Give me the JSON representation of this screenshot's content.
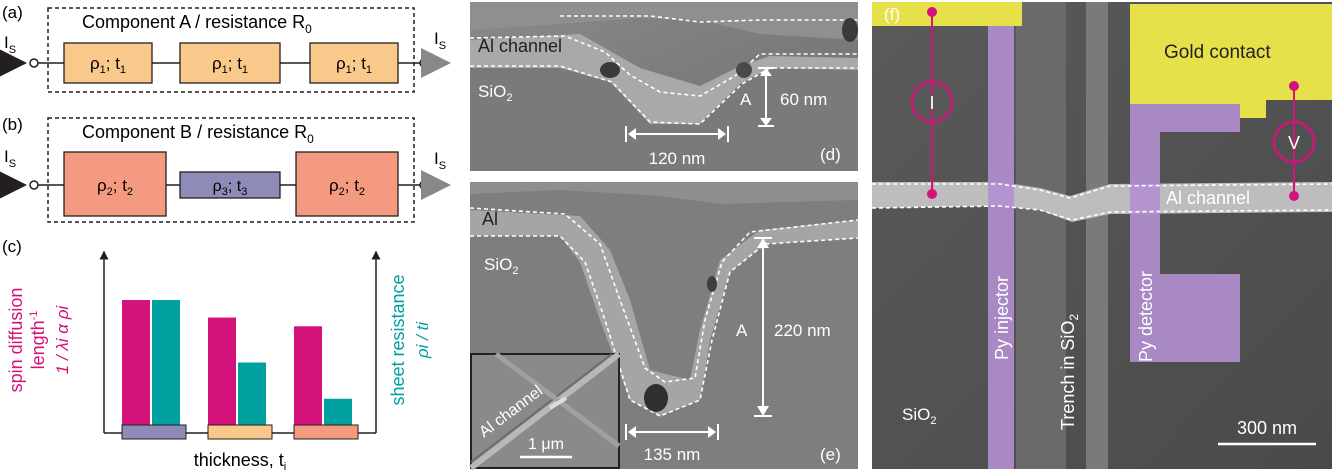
{
  "panel_labels": {
    "a": "(a)",
    "b": "(b)",
    "c": "(c)",
    "d": "(d)",
    "e": "(e)",
    "f": "(f)"
  },
  "panel_a": {
    "title": "Component A / resistance R",
    "title_sub": "0",
    "current_label": "I",
    "current_sub": "S",
    "blocks": [
      {
        "rho": "ρ",
        "rho_sub": "1",
        "t": "t",
        "t_sub": "1"
      },
      {
        "rho": "ρ",
        "rho_sub": "1",
        "t": "t",
        "t_sub": "1"
      },
      {
        "rho": "ρ",
        "rho_sub": "1",
        "t": "t",
        "t_sub": "1"
      }
    ],
    "block_color": "#f8c98a"
  },
  "panel_b": {
    "title": "Component B / resistance R",
    "title_sub": "0",
    "current_label": "I",
    "current_sub": "S",
    "blocks": [
      {
        "rho": "ρ",
        "rho_sub": "2",
        "t": "t",
        "t_sub": "2",
        "color": "#f39a80"
      },
      {
        "rho": "ρ",
        "rho_sub": "3",
        "t": "t",
        "t_sub": "3",
        "color": "#8e8bb8"
      },
      {
        "rho": "ρ",
        "rho_sub": "2",
        "t": "t",
        "t_sub": "2",
        "color": "#f39a80"
      }
    ]
  },
  "chart_data": {
    "type": "bar",
    "xlabel": "thickness, t",
    "xlabel_sub": "i",
    "ylabel_left_1": "spin diffusion",
    "ylabel_left_2": "length",
    "ylabel_left_2_sup": "-1",
    "ylabel_left_formula": "1 / λi α ρi",
    "ylabel_right_1": "sheet resistance",
    "ylabel_right_formula": "ρi / ti",
    "categories_colors": [
      "#8e8bb8",
      "#f8c98a",
      "#f39a80"
    ],
    "series": [
      {
        "values": [
          1.0,
          0.86,
          0.79
        ],
        "color": "#d4127b"
      },
      {
        "values": [
          1.0,
          0.5,
          0.21
        ],
        "color": "#00a0a0"
      }
    ],
    "ylim": [
      0,
      1.2
    ],
    "colors": {
      "left_axis": "#d4127b",
      "right_axis": "#00a0a0"
    }
  },
  "panel_d": {
    "channel_label": "Al channel",
    "oxide_label": "SiO",
    "oxide_sub": "2",
    "height_marker": "A",
    "height_label": "60 nm",
    "width_label": "120 nm"
  },
  "panel_e": {
    "channel_label": "Al",
    "oxide_label": "SiO",
    "oxide_sub": "2",
    "height_marker": "A",
    "height_label": "220 nm",
    "width_label": "135 nm",
    "inset_channel_label": "Al channel",
    "inset_scale_label": "1 μm"
  },
  "panel_f": {
    "contact_label": "Gold contact",
    "channel_label": "Al channel",
    "injector_label": "Py injector",
    "detector_label": "Py detector",
    "trench_label": "Trench in SiO",
    "trench_sub": "2",
    "oxide_label": "SiO",
    "oxide_sub": "2",
    "scale_label": "300 nm",
    "current_symbol": "I",
    "voltage_symbol": "V",
    "colors": {
      "gold": "#e6e04a",
      "py": "#b28fd0",
      "probe": "#d4127b"
    }
  }
}
